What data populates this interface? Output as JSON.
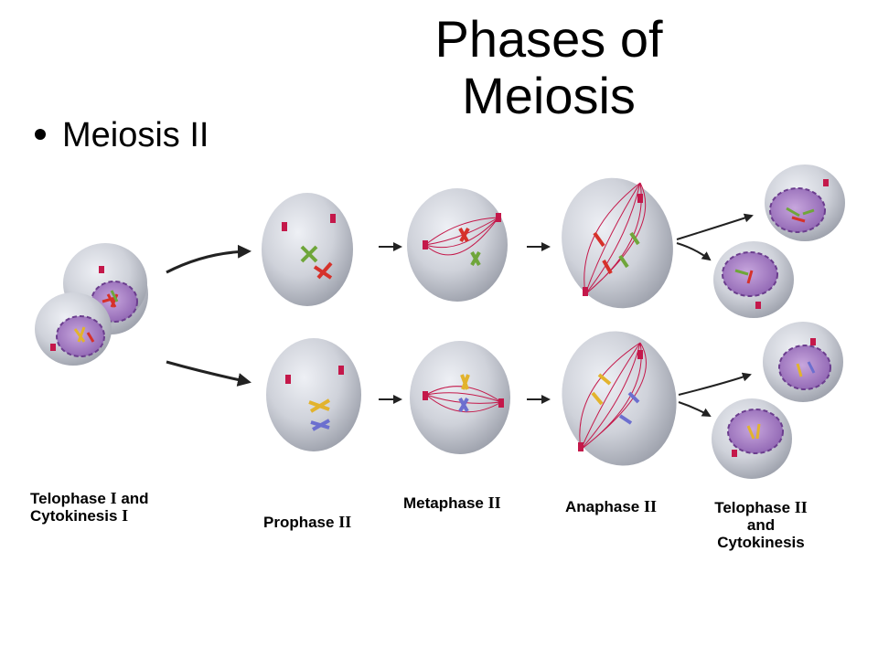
{
  "title_line1": "Phases of",
  "title_line2": "Meiosis",
  "bullet_text": "Meiosis II",
  "labels": {
    "telophase1": {
      "line1_a": "Telophase",
      "line1_b": "I",
      "line1_c": "and",
      "line2_a": "Cytokinesis",
      "line2_b": "I"
    },
    "prophase2": {
      "a": "Prophase",
      "b": "II"
    },
    "metaphase2": {
      "a": "Metaphase",
      "b": "II"
    },
    "anaphase2": {
      "a": "Anaphase",
      "b": "II"
    },
    "telophase2": {
      "line1_a": "Telophase",
      "line1_b": "II",
      "line2": "and",
      "line3": "Cytokinesis"
    }
  },
  "colors": {
    "cell": "#c9cbd3",
    "nucleus": "#a67fc2",
    "spindle": "#c4184a",
    "chrom_red": "#d6312a",
    "chrom_green": "#6fa63a",
    "chrom_yellow": "#e2b32d",
    "chrom_blue": "#6c6fcf"
  }
}
